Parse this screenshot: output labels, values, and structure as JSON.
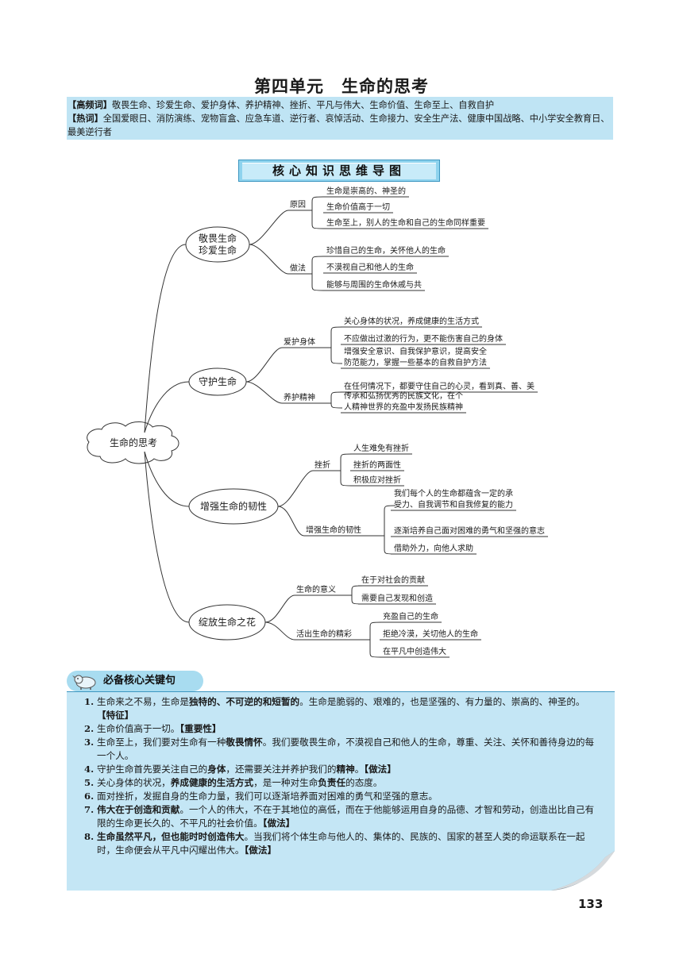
{
  "page_title": "第四单元　生命的思考",
  "keywords": {
    "high_freq_label": "【高频词】",
    "high_freq_text": "敬畏生命、珍爱生命、爱护身体、养护精神、挫折、平凡与伟大、生命价值、生命至上、自救自护",
    "hot_label": "【热词】",
    "hot_text": "全国爱眼日、消防演练、宠物盲盒、应急车道、逆行者、哀悼活动、生命接力、安全生产法、健康中国战略、中小学安全教育日、最美逆行者"
  },
  "mindmap_title": "核心知识思维导图",
  "mindmap": {
    "root": "生命的思考",
    "branches": [
      {
        "label": [
          "敬畏生命",
          "珍爱生命"
        ],
        "subs": [
          {
            "label": "原因",
            "leaves": [
              [
                "生命是崇高的、神圣的"
              ],
              [
                "生命价值高于一切"
              ],
              [
                "生命至上，别人的生命和自己的生命同样重要"
              ]
            ]
          },
          {
            "label": "做法",
            "leaves": [
              [
                "珍惜自己的生命，关怀他人的生命"
              ],
              [
                "不漠视自己和他人的生命"
              ],
              [
                "能够与周围的生命休戚与共"
              ]
            ]
          }
        ]
      },
      {
        "label": [
          "守护生命"
        ],
        "subs": [
          {
            "label": "爱护身体",
            "leaves": [
              [
                "关心身体的状况，养成健康的生活方式"
              ],
              [
                "不应做出过激的行为，更不能伤害自己的身体"
              ],
              [
                "增强安全意识、自我保护意识，提高安全",
                "防范能力，掌握一些基本的自救自护方法"
              ]
            ]
          },
          {
            "label": "养护精神",
            "leaves": [
              [
                "在任何情况下，都要守住自己的心灵，看到真、善、美"
              ],
              [
                "传承和弘扬优秀的民族文化，在个",
                "人精神世界的充盈中发扬民族精神"
              ]
            ]
          }
        ]
      },
      {
        "label": [
          "增强生命的韧性"
        ],
        "subs": [
          {
            "label": "挫折",
            "leaves": [
              [
                "人生难免有挫折"
              ],
              [
                "挫折的两面性"
              ],
              [
                "积极应对挫折"
              ]
            ]
          },
          {
            "label": "增强生命的韧性",
            "leaves": [
              [
                "我们每个人的生命都蕴含一定的承",
                "受力、自我调节和自我修复的能力"
              ],
              [
                "逐渐培养自己面对困难的勇气和坚强的意志"
              ],
              [
                "借助外力，向他人求助"
              ]
            ]
          }
        ]
      },
      {
        "label": [
          "绽放生命之花"
        ],
        "subs": [
          {
            "label": "生命的意义",
            "leaves": [
              [
                "在于对社会的贡献"
              ],
              [
                "需要自己发现和创造"
              ]
            ]
          },
          {
            "label": "活出生命的精彩",
            "leaves": [
              [
                "充盈自己的生命"
              ],
              [
                "拒绝冷漠，关切他人的生命"
              ],
              [
                "在平凡中创造伟大"
              ]
            ]
          }
        ]
      }
    ]
  },
  "key_header": "必备核心关键句",
  "key_sentences": [
    {
      "num": "1.",
      "parts": [
        [
          "生命来之不易，生命是",
          false
        ],
        [
          "独特的、不可逆的和短暂的",
          true
        ],
        [
          "。生命是脆弱的、艰难的，也是坚强的、有力量的、崇高的、神圣的。",
          false
        ],
        [
          "【特征】",
          true
        ]
      ]
    },
    {
      "num": "2.",
      "parts": [
        [
          "生命价值高于一切。",
          false
        ],
        [
          "【重要性】",
          true
        ]
      ]
    },
    {
      "num": "3.",
      "parts": [
        [
          "生命至上，我们要对生命有一种",
          false
        ],
        [
          "敬畏情怀",
          true
        ],
        [
          "。我们要敬畏生命，不漠视自己和他人的生命，尊重、关注、关怀和善待身边的每一个人。",
          false
        ]
      ]
    },
    {
      "num": "4.",
      "parts": [
        [
          "守护生命首先要关注自己的",
          false
        ],
        [
          "身体",
          true
        ],
        [
          "，还需要关注并养护我们的",
          false
        ],
        [
          "精神",
          true
        ],
        [
          "。",
          false
        ],
        [
          "【做法】",
          true
        ]
      ]
    },
    {
      "num": "5.",
      "parts": [
        [
          "关心身体的状况，",
          false
        ],
        [
          "养成健康的生活方式",
          true
        ],
        [
          "，是一种对生命",
          false
        ],
        [
          "负责任",
          true
        ],
        [
          "的态度。",
          false
        ]
      ]
    },
    {
      "num": "6.",
      "parts": [
        [
          "面对挫折，发掘自身的生命力量，我们可以逐渐培养面对困难的勇气和坚强的意志。",
          false
        ]
      ]
    },
    {
      "num": "7.",
      "parts": [
        [
          "伟大在于创造和贡献",
          true
        ],
        [
          "。一个人的伟大，不在于其地位的高低，而在于他能够运用自身的品德、才智和劳动，创造出比自己有限的生命更长久的、不平凡的社会价值。",
          false
        ],
        [
          "【做法】",
          true
        ]
      ]
    },
    {
      "num": "8.",
      "parts": [
        [
          "生命虽然平凡，但也能时时创造伟大",
          true
        ],
        [
          "。当我们将个体生命与他人的、集体的、民族的、国家的甚至人类的命运联系在一起时，生命便会从平凡中闪耀出伟大。",
          false
        ],
        [
          "【做法】",
          true
        ]
      ]
    }
  ],
  "page_number": "133",
  "colors": {
    "accent_bg": "#bfe4f4",
    "banner": "#8ed3ee",
    "line": "#3c96c0"
  }
}
